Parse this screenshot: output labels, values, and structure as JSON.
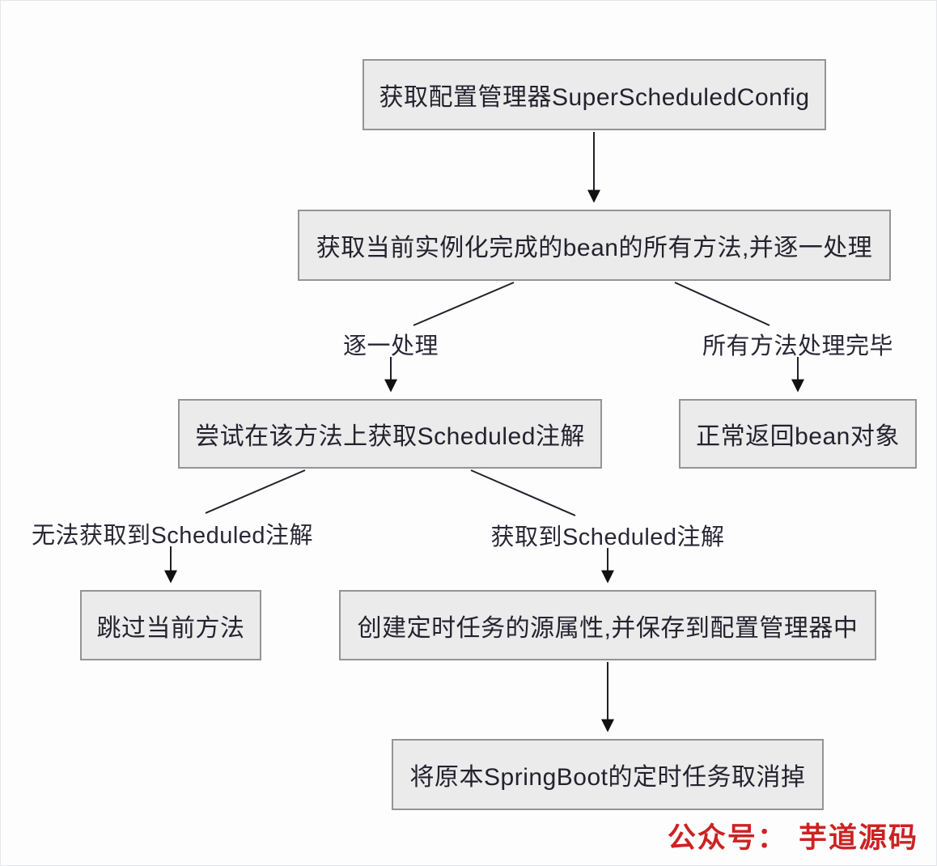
{
  "diagram": {
    "nodes": {
      "get_config": "获取配置管理器SuperScheduledConfig",
      "get_methods": "获取当前实例化完成的bean的所有方法,并逐一处理",
      "try_annot": "尝试在该方法上获取Scheduled注解",
      "return_bean": "正常返回bean对象",
      "skip_method": "跳过当前方法",
      "create_task": "创建定时任务的源属性,并保存到配置管理器中",
      "cancel_task": "将原本SpringBoot的定时任务取消掉"
    },
    "edge_labels": {
      "one_by_one": "逐一处理",
      "all_done": "所有方法处理完毕",
      "no_annot": "无法获取到Scheduled注解",
      "got_annot": "获取到Scheduled注解"
    },
    "colors": {
      "node_fill": "#ebebeb",
      "node_border": "#949494",
      "text": "#23222e",
      "line": "#221f2b",
      "watermark_red": "#cc2222"
    }
  },
  "watermark": {
    "text": "公众号： 芋道源码"
  }
}
